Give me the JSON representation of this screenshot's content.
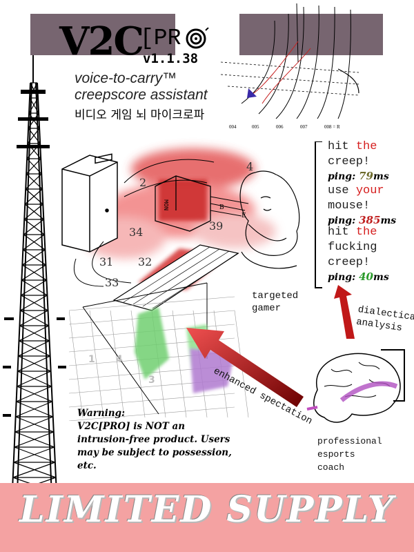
{
  "logo": {
    "main": "V2C",
    "pro": "[PR",
    "version": "v1.1.38"
  },
  "tagline": {
    "line1": "voice-to-carry™",
    "line2": "creepscore assistant",
    "korean": "비디오 게임 뇌 마이크로파"
  },
  "graph": {
    "axis_labels": [
      "004",
      "005",
      "006",
      "007",
      "008 = R"
    ]
  },
  "pings": [
    {
      "pre": "hit ",
      "hl": "the",
      "post": " creep!",
      "pre2": "",
      "ping_label": "ping: ",
      "ping_value": "79",
      "unit": "ms"
    },
    {
      "pre": "use ",
      "hl": "your",
      "post": " mouse!",
      "pre2": "",
      "ping_label": "ping: ",
      "ping_value": "385",
      "unit": "ms"
    },
    {
      "pre": "hit ",
      "hl": "the",
      "post": " fucking",
      "pre2": "creep!",
      "ping_label": "ping: ",
      "ping_value": "40",
      "unit": "ms"
    }
  ],
  "diagram_numbers": {
    "n2": "2",
    "n4": "4",
    "n34": "34",
    "n39": "39",
    "n31": "31",
    "n32": "32",
    "n33": "33",
    "mon": "MON",
    "b": "B",
    "e": "E"
  },
  "labels": {
    "targeted_1": "targeted",
    "targeted_2": "gamer",
    "dialectical_1": "dialectical",
    "dialectical_2": "analysis",
    "enhanced": "enhanced spectation",
    "coach_1": "professional",
    "coach_2": "esports",
    "coach_3": "coach"
  },
  "warning": {
    "title": "Warning:",
    "body": "V2C[PRO] is NOT an intrusion-free product. Users may be subject to possession, etc."
  },
  "banner": {
    "text": "LIMITED SUPPLY"
  },
  "colors": {
    "banner": "#f4a2a2",
    "logo_bg": "#776570",
    "accent_red": "#d62020"
  }
}
